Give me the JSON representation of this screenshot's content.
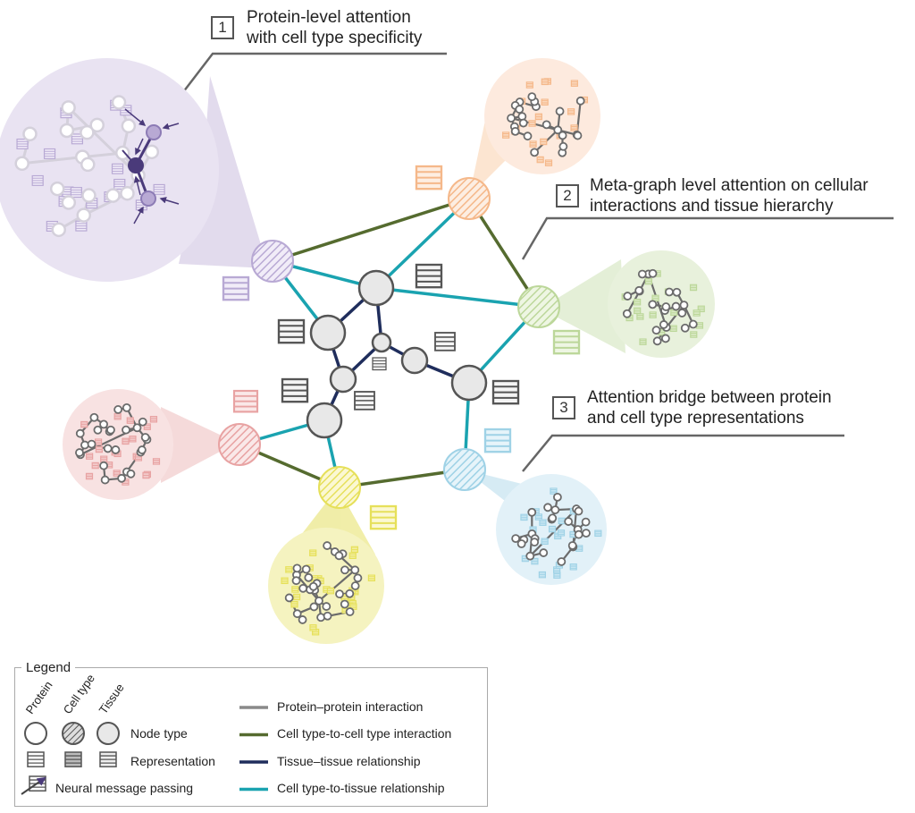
{
  "callouts": [
    {
      "number": "1",
      "line1": "Protein-level attention",
      "line2": "with cell type specificity"
    },
    {
      "number": "2",
      "line1": "Meta-graph level attention on cellular",
      "line2": "interactions and tissue hierarchy"
    },
    {
      "number": "3",
      "line1": "Attention bridge between protein",
      "line2": "and cell type representations"
    }
  ],
  "legend": {
    "title": "Legend",
    "column_headers": [
      "Protein",
      "Cell type",
      "Tissue"
    ],
    "row_labels": {
      "node_type": "Node type",
      "representation": "Representation",
      "message_passing": "Neural message passing"
    },
    "edges": [
      {
        "label": "Protein–protein interaction",
        "color": "#8a8a8a"
      },
      {
        "label": "Cell type-to-cell type interaction",
        "color": "#556b2f"
      },
      {
        "label": "Tissue–tissue relationship",
        "color": "#1f2d5c"
      },
      {
        "label": "Cell type-to-tissue relationship",
        "color": "#1aa3b0"
      }
    ]
  },
  "colors": {
    "purple": "#b8a9d4",
    "orange": "#f5b88a",
    "green": "#bcd79a",
    "red": "#e8a3a3",
    "yellow": "#e6e05a",
    "blue": "#9fd2e6",
    "tissue_fill": "#e8e8e8",
    "tissue_stroke": "#555555"
  }
}
